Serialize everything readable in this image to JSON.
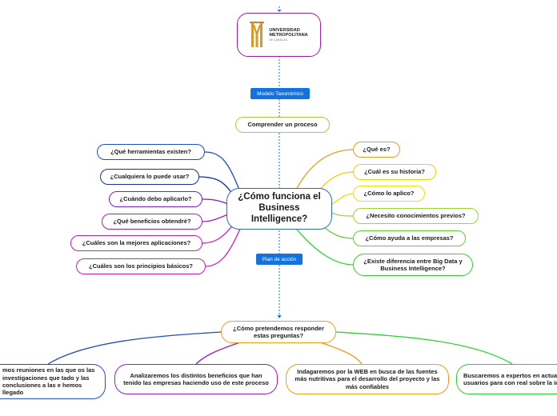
{
  "logo": {
    "line1": "UNIVERSIDAD",
    "line2": "METROPOLITANA",
    "sub": "DE CARACAS"
  },
  "labels": {
    "modelo": "Modelo Taxonómico",
    "plan": "Plan de acción"
  },
  "process": "Comprender un proceso",
  "central": "¿Cómo funciona el Business Intelligence?",
  "left_questions": [
    "¿Qué herramientas existen?",
    "¿Cualquiera lo puede usar?",
    "¿Cuándo debo aplicarlo?",
    "¿Qué beneficios obtendré?",
    "¿Cuáles son la mejores aplicaciones?",
    "¿Cuáles son los principios básicos?"
  ],
  "right_questions": [
    "¿Qué es?",
    "¿Cuál es su historia?",
    "¿Cómo lo aplico?",
    "¿Necesito conocimientos previos?",
    "¿Cómo ayuda a las empresas?",
    "¿Existe diferencia entre Big Data y Business Intelligence?"
  ],
  "answer_hub": "¿Cómo pretendemos responder estas preguntas?",
  "answers": [
    "mos reuniones en las que os las investigaciones que tado y las conclusiones a las e hemos llegado",
    "Analizaremos los distintos beneficios que han tenido las empresas haciendo uso de este proceso",
    "Indagaremos por la WEB en busca de las fuentes más nutritivas para el desarrollo del proyecto y las más confiables",
    "Buscaremos a expertos en actuales usuarios para con real sobre la indu"
  ],
  "colors": {
    "blue": "#1f4fbf",
    "navy": "#1c2f9c",
    "purple": "#9a1ec8",
    "magenta": "#c41ec0",
    "orange": "#f29a1c",
    "yellow": "#f2d000",
    "green": "#2fd12f",
    "lime": "#9fd43a",
    "tag": "#1273de"
  }
}
